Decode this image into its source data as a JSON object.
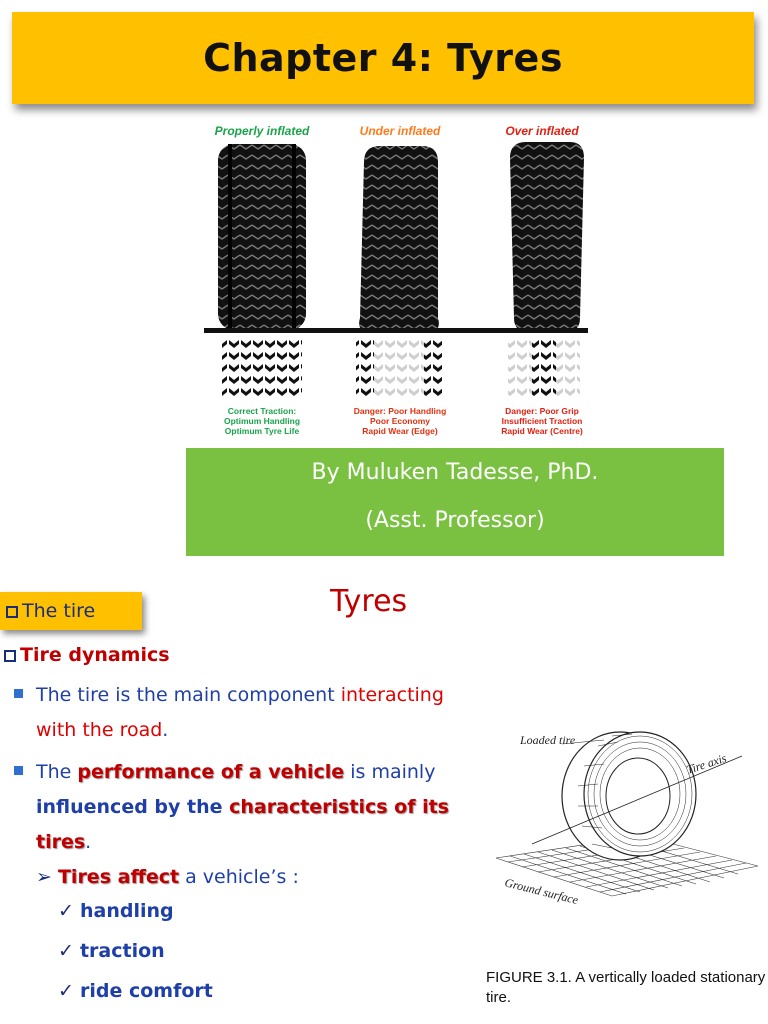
{
  "header": {
    "title": "Chapter 4: Tyres"
  },
  "tyre_figure": {
    "columns": [
      {
        "caption": "Properly inflated",
        "caption_color": "#1aa34a",
        "notes": [
          "Correct Traction:",
          "Optimum Handling",
          "Optimum Tyre Life"
        ],
        "note_color": "#1aa34a"
      },
      {
        "caption": "Under inflated",
        "caption_color": "#ff7a1a",
        "notes": [
          "Danger: Poor Handling",
          "Poor Economy",
          "Rapid Wear (Edge)"
        ],
        "note_color": "#e03010"
      },
      {
        "caption": "Over inflated",
        "caption_color": "#e02010",
        "notes": [
          "Danger: Poor Grip",
          "Insufficient Traction",
          "Rapid Wear (Centre)"
        ],
        "note_color": "#e02010"
      }
    ]
  },
  "author": {
    "line1": "By Muluken Tadesse, PhD.",
    "line2": "(Asst. Professor)"
  },
  "section": {
    "label": "The tire"
  },
  "slide": {
    "title": "Tyres"
  },
  "content": {
    "heading": "Tire dynamics",
    "bullet1": {
      "part1": "The tire is the main component ",
      "part2": "interacting",
      "part3": "with the road",
      "part4": "."
    },
    "bullet2": {
      "part1": "The ",
      "part2": "performance of a vehicle",
      "part3": " is mainly",
      "part4": "influenced by the ",
      "part5": "characteristics of its",
      "part6": "tires",
      "part7": "."
    },
    "sub": {
      "part1": "Tires affect",
      "part2": " a vehicle’s :"
    },
    "checks": [
      "handling",
      "traction",
      "ride comfort"
    ]
  },
  "diagram": {
    "label_loaded": "Loaded tire",
    "label_axis": "Tire axis",
    "label_ground": "Ground surface"
  },
  "figure_caption": "FIGURE 3.1. A vertically loaded stationary tire."
}
